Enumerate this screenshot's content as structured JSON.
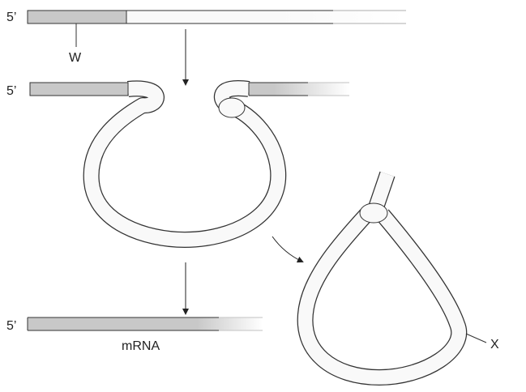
{
  "labels": {
    "five_prime_top": "5’",
    "five_prime_middle": "5’",
    "five_prime_bottom": "5’",
    "exon_label": "W",
    "mrna_label": "mRNA",
    "lariat_label": "X"
  },
  "colors": {
    "exon_fill": "#c8c8c8",
    "intron_fill": "#f9f9f9",
    "stroke": "#333333"
  }
}
